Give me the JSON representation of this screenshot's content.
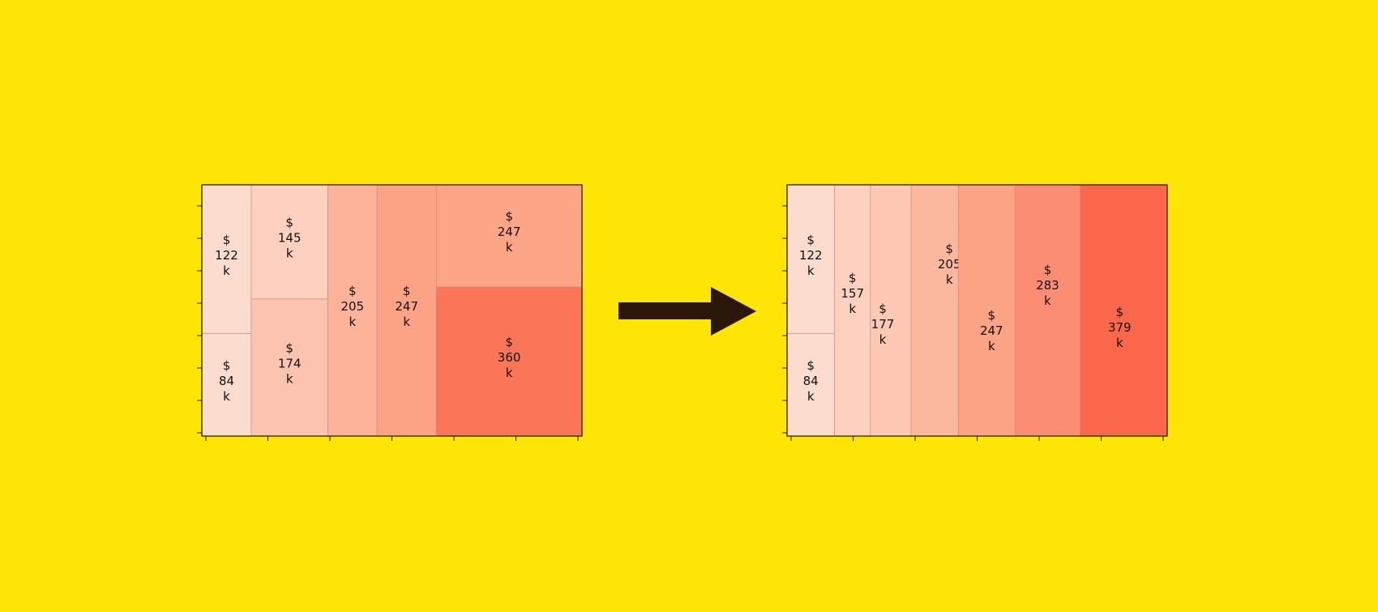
{
  "background_color": "#FFE505",
  "arrow": {
    "icon": "right-arrow-icon",
    "color": "#2B1709"
  },
  "chart_data": [
    {
      "type": "treemap",
      "title": "",
      "xlabel": "",
      "ylabel": "",
      "x_ticks": 7,
      "y_ticks": 8,
      "grid": false,
      "columns": [
        {
          "cells": [
            {
              "value": 122,
              "label": [
                "$",
                "122",
                "k"
              ],
              "color": "#FDDCD0"
            },
            {
              "value": 84,
              "label": [
                "$",
                "84",
                "k"
              ],
              "color": "#FDDCD0"
            }
          ]
        },
        {
          "cells": [
            {
              "value": 145,
              "label": [
                "$",
                "145",
                "k"
              ],
              "color": "#FDD0C0"
            },
            {
              "value": 174,
              "label": [
                "$",
                "174",
                "k"
              ],
              "color": "#FCC3AE"
            }
          ]
        },
        {
          "cells": [
            {
              "value": 205,
              "label": [
                "$",
                "205",
                "k"
              ],
              "color": "#FCB399"
            }
          ]
        },
        {
          "cells": [
            {
              "value": 247,
              "label": [
                "$",
                "247",
                "k"
              ],
              "color": "#FCA285"
            }
          ]
        },
        {
          "cells": [
            {
              "value": 247,
              "label": [
                "$",
                "247",
                "k"
              ],
              "color": "#FCA486"
            },
            {
              "value": 360,
              "label": [
                "$",
                "360",
                "k"
              ],
              "color": "#FB7658"
            }
          ]
        }
      ]
    },
    {
      "type": "treemap",
      "title": "",
      "xlabel": "",
      "ylabel": "",
      "x_ticks": 7,
      "y_ticks": 8,
      "grid": false,
      "columns": [
        {
          "cells": [
            {
              "value": 122,
              "label": [
                "$",
                "122",
                "k"
              ],
              "color": "#FDDCD0"
            },
            {
              "value": 84,
              "label": [
                "$",
                "84",
                "k"
              ],
              "color": "#FDDCD0"
            }
          ]
        },
        {
          "cells": [
            {
              "value": 157,
              "label": [
                "$",
                "157",
                "k"
              ],
              "color": "#FDD0C0"
            }
          ]
        },
        {
          "cells": [
            {
              "value": 177,
              "label": [
                "$",
                "177",
                "k"
              ],
              "color": "#FDC8B4"
            }
          ]
        },
        {
          "cells": [
            {
              "value": 205,
              "label": [
                "$",
                "205",
                "k"
              ],
              "color": "#FCB89E"
            }
          ]
        },
        {
          "cells": [
            {
              "value": 247,
              "label": [
                "$",
                "247",
                "k"
              ],
              "color": "#FCA285"
            }
          ]
        },
        {
          "cells": [
            {
              "value": 283,
              "label": [
                "$",
                "283",
                "k"
              ],
              "color": "#FB8E72"
            }
          ]
        },
        {
          "cells": [
            {
              "value": 379,
              "label": [
                "$",
                "379",
                "k"
              ],
              "color": "#FB674A"
            }
          ]
        }
      ]
    }
  ]
}
